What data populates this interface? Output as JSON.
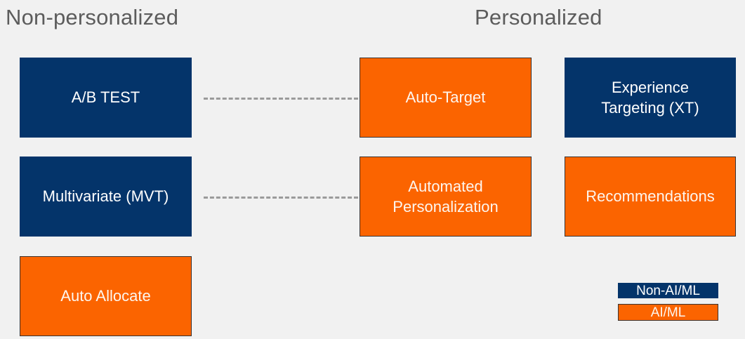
{
  "headings": {
    "non_personalized": "Non-personalized",
    "personalized": "Personalized"
  },
  "colors": {
    "background": "#f1f1f1",
    "non_ai_ml": "#04346a",
    "ai_ml": "#fb6400",
    "heading_text": "#5c5c5c",
    "connector": "#9a9a9a",
    "box_border_dark": "#3a3330"
  },
  "boxes": [
    {
      "id": "ab-test",
      "label": "A/B TEST",
      "category": "Non-AI/ML",
      "column": "Non-personalized",
      "row": 1
    },
    {
      "id": "auto-target",
      "label": "Auto-Target",
      "category": "AI/ML",
      "column": "Personalized",
      "row": 1
    },
    {
      "id": "experience-targeting",
      "label": "Experience\nTargeting (XT)",
      "line1": "Experience",
      "line2": "Targeting (XT)",
      "category": "Non-AI/ML",
      "column": "Personalized",
      "row": 1
    },
    {
      "id": "multivariate",
      "label": "Multivariate (MVT)",
      "category": "Non-AI/ML",
      "column": "Non-personalized",
      "row": 2
    },
    {
      "id": "automated-personalization",
      "label": "Automated\nPersonalization",
      "line1": "Automated",
      "line2": "Personalization",
      "category": "AI/ML",
      "column": "Personalized",
      "row": 2
    },
    {
      "id": "recommendations",
      "label": "Recommendations",
      "category": "AI/ML",
      "column": "Personalized",
      "row": 2
    },
    {
      "id": "auto-allocate",
      "label": "Auto Allocate",
      "category": "AI/ML",
      "column": "Non-personalized",
      "row": 3
    }
  ],
  "connectors": [
    {
      "id": "ab-to-auto-target",
      "from": "A/B TEST",
      "to": "Auto-Target",
      "style": "dashed"
    },
    {
      "id": "mvt-to-ap",
      "from": "Multivariate (MVT)",
      "to": "Automated Personalization",
      "style": "dashed"
    }
  ],
  "legend": {
    "items": [
      {
        "id": "non-ai-ml",
        "label": "Non-AI/ML",
        "color": "#04346a"
      },
      {
        "id": "ai-ml",
        "label": "AI/ML",
        "color": "#fb6400"
      }
    ]
  }
}
